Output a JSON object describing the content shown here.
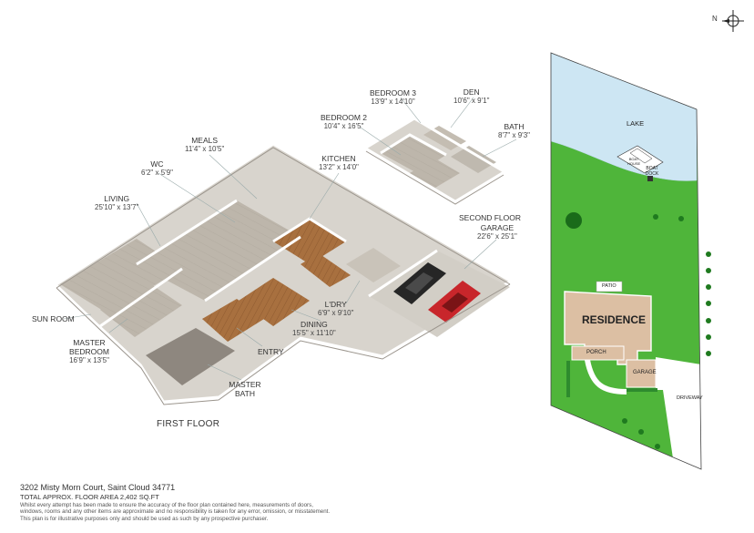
{
  "rooms": {
    "bedroom3": {
      "name": "BEDROOM 3",
      "dims": "13'9\" x 14'10\""
    },
    "den": {
      "name": "DEN",
      "dims": "10'6\" x 9'1\""
    },
    "bedroom2": {
      "name": "BEDROOM 2",
      "dims": "10'4\" x 16'5\""
    },
    "bath": {
      "name": "BATH",
      "dims": "8'7\" x 9'3\""
    },
    "meals": {
      "name": "MEALS",
      "dims": "11'4\" x 10'5\""
    },
    "kitchen": {
      "name": "KITCHEN",
      "dims": "13'2\" x 14'0\""
    },
    "wc": {
      "name": "WC",
      "dims": "6'2\" x 5'9\""
    },
    "living": {
      "name": "LIVING",
      "dims": "25'10\" x 13'7\""
    },
    "garage": {
      "name": "GARAGE",
      "dims": "22'6\" x 25'1\""
    },
    "sunroom": {
      "name": "SUN ROOM"
    },
    "master_bedroom": {
      "name": "MASTER BEDROOM",
      "dims": "16'9\" x 13'5\""
    },
    "laundry": {
      "name": "L'DRY",
      "dims": "6'9\" x 9'10\""
    },
    "dining": {
      "name": "DINING",
      "dims": "15'5\" x 11'10\""
    },
    "entry": {
      "name": "ENTRY"
    },
    "master_bath": {
      "name": "MASTER BATH"
    }
  },
  "floors": {
    "second": "SECOND FLOOR",
    "first": "FIRST FLOOR"
  },
  "site": {
    "lake": "LAKE",
    "boat_dock": "BOAT DOCK",
    "boat_house": "BOAT HOUSE",
    "patio": "PATIO",
    "residence": "RESIDENCE",
    "porch": "PORCH",
    "garage": "GARAGE",
    "driveway": "DRIVEWAY"
  },
  "compass": {
    "north": "N"
  },
  "footer": {
    "address": "3202 Misty Morn Court, Saint Cloud 34771",
    "area": "TOTAL APPROX. FLOOR AREA 2,402 SQ.FT",
    "disclaimer1": "Whilst every attempt has been made to ensure the accuracy of the floor plan contained here, measurements of doors,",
    "disclaimer2": "windows, rooms and any other items are approximate and no responsibility is taken for any error, omission, or misstatement.",
    "disclaimer3": "This plan is for illustrative purposes only and should be used as such by any prospective purchaser."
  },
  "colors": {
    "wood": "#a9744a",
    "tile": "#b8b0a4",
    "grass": "#4fb53a",
    "lake": "#cfe7f4",
    "residence": "#dcbfa3",
    "wall": "#ffffff"
  }
}
